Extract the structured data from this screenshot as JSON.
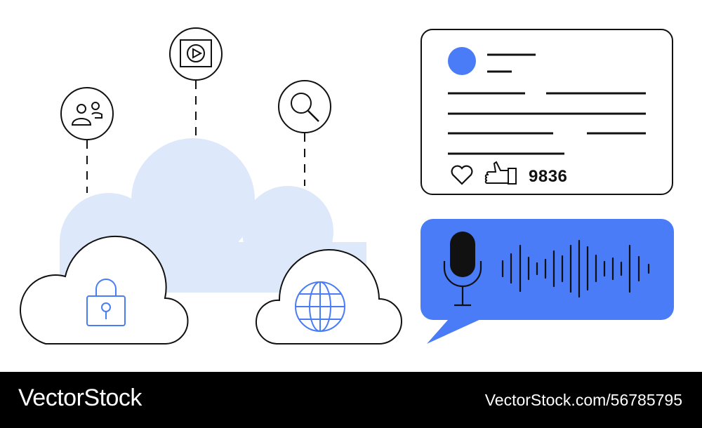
{
  "colors": {
    "accent": "#4a7cf7",
    "cloud_fill": "#dde8fa",
    "stroke": "#111111",
    "footer_bg": "#000000"
  },
  "icons": [
    "users-icon",
    "video-play-icon",
    "search-icon",
    "lock-icon",
    "globe-icon",
    "microphone-icon",
    "heart-icon",
    "thumbs-up-icon",
    "sound-wave-icon"
  ],
  "social_post": {
    "like_count": "9836"
  },
  "footer": {
    "brand": "VectorStock",
    "stock_id": "VectorStock.com/56785795"
  }
}
